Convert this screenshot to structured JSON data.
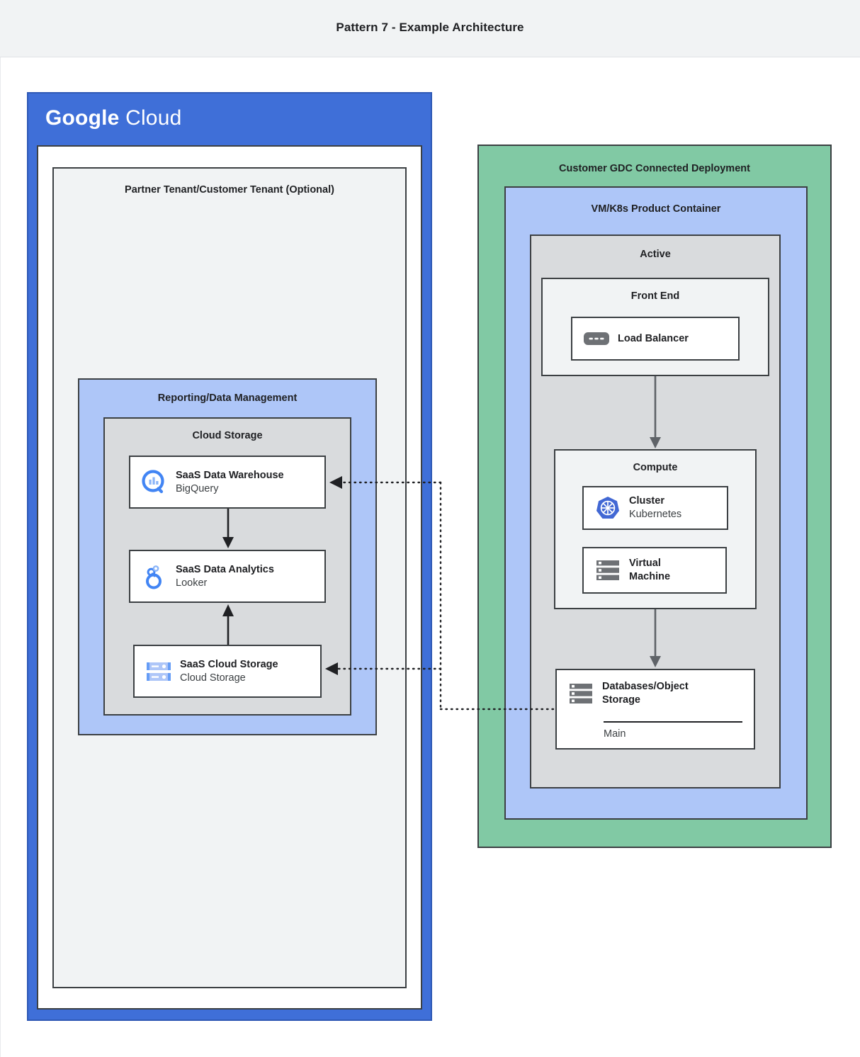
{
  "header": {
    "title": "Pattern 7 - Example Architecture"
  },
  "left_panel": {
    "brand_bold": "Google",
    "brand_light": "Cloud",
    "tenant_title": "Partner Tenant/Customer Tenant (Optional)",
    "reporting_title": "Reporting/Data Management",
    "cloud_storage_title": "Cloud Storage",
    "services": [
      {
        "icon": "bigquery-icon",
        "primary": "SaaS Data Warehouse",
        "secondary": "BigQuery"
      },
      {
        "icon": "looker-icon",
        "primary": "SaaS Data Analytics",
        "secondary": "Looker"
      },
      {
        "icon": "cloud-storage-icon",
        "primary": "SaaS Cloud Storage",
        "secondary": "Cloud Storage"
      }
    ]
  },
  "right_panel": {
    "gdc_title": "Customer GDC Connected Deployment",
    "container_title": "VM/K8s Product Container",
    "active_title": "Active",
    "frontend_title": "Front End",
    "load_balancer": {
      "icon": "load-balancer-icon",
      "primary": "Load Balancer"
    },
    "compute_title": "Compute",
    "compute_items": [
      {
        "icon": "kubernetes-icon",
        "primary": "Cluster",
        "secondary": "Kubernetes"
      },
      {
        "icon": "virtual-machine-icon",
        "primary": "Virtual",
        "primary2": "Machine"
      }
    ],
    "database": {
      "icon": "database-icon",
      "primary": "Databases/Object",
      "primary2": "Storage",
      "sub": "Main"
    }
  },
  "colors": {
    "google_blue": "#3f6fd8",
    "light_blue": "#aec6f8",
    "green": "#81c9a4",
    "gray": "#d9dbdd",
    "light_gray": "#f1f3f4",
    "outline": "#3c4043",
    "icon_blue": "#4285f4",
    "icon_gray": "#6e7175"
  },
  "connectors": [
    {
      "name": "bigquery-to-looker",
      "style": "solid",
      "direction": "down"
    },
    {
      "name": "cloudstorage-to-looker",
      "style": "solid",
      "direction": "up"
    },
    {
      "name": "frontend-to-compute",
      "style": "solid",
      "direction": "down"
    },
    {
      "name": "compute-to-database",
      "style": "solid",
      "direction": "down"
    },
    {
      "name": "database-to-bigquery",
      "style": "dotted",
      "direction": "left"
    },
    {
      "name": "database-to-saas-cloud-storage",
      "style": "dotted",
      "direction": "left"
    }
  ]
}
